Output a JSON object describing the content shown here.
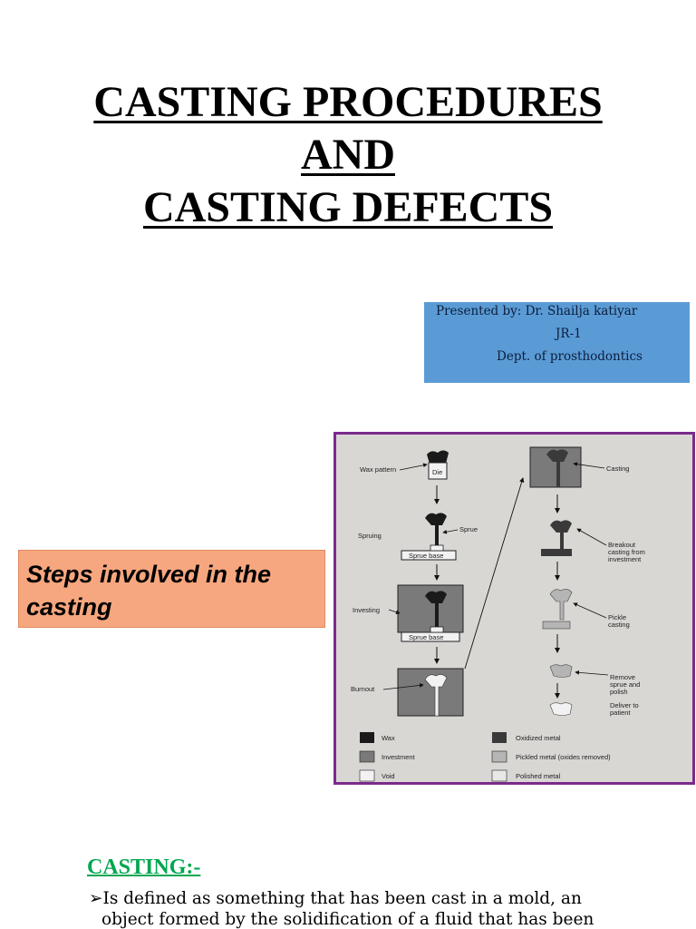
{
  "title": {
    "line1": "CASTING PROCEDURES",
    "line2": "AND",
    "line3": "CASTING  DEFECTS"
  },
  "presenter": {
    "line1": "Presented by: Dr. Shailja katiyar",
    "line2": "JR-1",
    "line3": "Dept. of prosthodontics"
  },
  "steps_box": {
    "text": "Steps involved in the casting"
  },
  "figure": {
    "left_labels": {
      "wax_pattern": "Wax pattern",
      "die": "Die",
      "spruing": "Spruing",
      "sprue": "Sprue",
      "sprue_base_1": "Sprue base",
      "investing": "Investing",
      "sprue_base_2": "Sprue base",
      "burnout": "Burnout"
    },
    "right_labels": {
      "casting": "Casting",
      "breakout_1": "Breakout",
      "breakout_2": "casting from",
      "breakout_3": "investment",
      "pickle_1": "Pickle",
      "pickle_2": "casting",
      "remove_1": "Remove",
      "remove_2": "sprue and",
      "remove_3": "polish",
      "deliver_1": "Deliver to",
      "deliver_2": "patient"
    },
    "legend": {
      "wax": "Wax",
      "investment": "Investment",
      "void": "Void",
      "oxidized": "Oxidized metal",
      "pickled": "Pickled metal (oxides removed)",
      "polished": "Polished metal"
    },
    "colors": {
      "wax": "#1a1a1a",
      "investment": "#7a7a7a",
      "void": "#f2f2f2",
      "oxidized": "#3a3a3a",
      "pickled": "#b5b5b5",
      "polished": "#e8e8e8"
    }
  },
  "casting_section": {
    "heading": "CASTING:-",
    "bullet": "➢",
    "line1": "Is defined as something that has been cast in a mold, an",
    "line2": "object formed by the solidification of a fluid that has been"
  }
}
